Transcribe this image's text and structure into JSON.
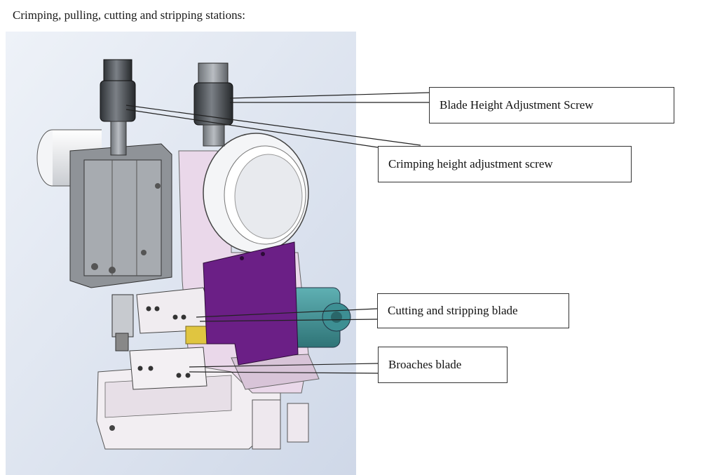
{
  "page": {
    "title": "Crimping, pulling, cutting and stripping stations:"
  },
  "labels": {
    "blade_height_screw": "Blade Height Adjustment Screw",
    "crimping_height_screw": "Crimping height adjustment screw",
    "cutting_stripping_blade": "Cutting and stripping blade",
    "broaches_blade": "Broaches blade"
  },
  "colors": {
    "background_panel": "#dfe6f1",
    "purple_plate": "#6b1f86",
    "pink_frame": "#e9d6e9",
    "motor_teal": "#3d8f93",
    "grey_block": "#9a9ea3"
  }
}
